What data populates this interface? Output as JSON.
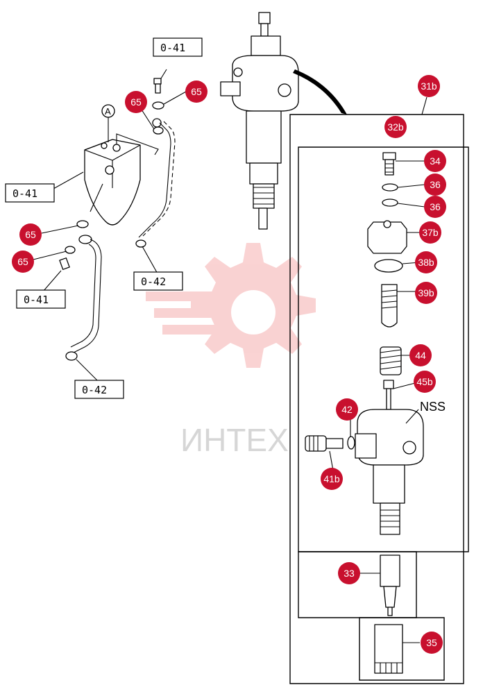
{
  "ref_boxes": [
    {
      "id": "ref-top",
      "label": "0-41"
    },
    {
      "id": "ref-left",
      "label": "0-41"
    },
    {
      "id": "ref-mid",
      "label": "0-41"
    },
    {
      "id": "ref-pipe-right",
      "label": "0-42"
    },
    {
      "id": "ref-pipe-bottom",
      "label": "0-42"
    }
  ],
  "callouts": [
    {
      "id": "c65a",
      "label": "65"
    },
    {
      "id": "c65b",
      "label": "65"
    },
    {
      "id": "c65c",
      "label": "65"
    },
    {
      "id": "c65d",
      "label": "65"
    },
    {
      "id": "c31b",
      "label": "31b"
    },
    {
      "id": "c32b",
      "label": "32b"
    },
    {
      "id": "c34",
      "label": "34"
    },
    {
      "id": "c36a",
      "label": "36"
    },
    {
      "id": "c36b",
      "label": "36"
    },
    {
      "id": "c37b",
      "label": "37b"
    },
    {
      "id": "c38b",
      "label": "38b"
    },
    {
      "id": "c39b",
      "label": "39b"
    },
    {
      "id": "c44",
      "label": "44"
    },
    {
      "id": "c45b",
      "label": "45b"
    },
    {
      "id": "c42",
      "label": "42"
    },
    {
      "id": "c41b",
      "label": "41b"
    },
    {
      "id": "c33",
      "label": "33"
    },
    {
      "id": "c35",
      "label": "35"
    }
  ],
  "labels": {
    "point_a": "A",
    "nss": "NSS",
    "watermark": "ИНТЕХ"
  },
  "colors": {
    "callout_fill": "#c8102e",
    "watermark": "#f08080"
  }
}
